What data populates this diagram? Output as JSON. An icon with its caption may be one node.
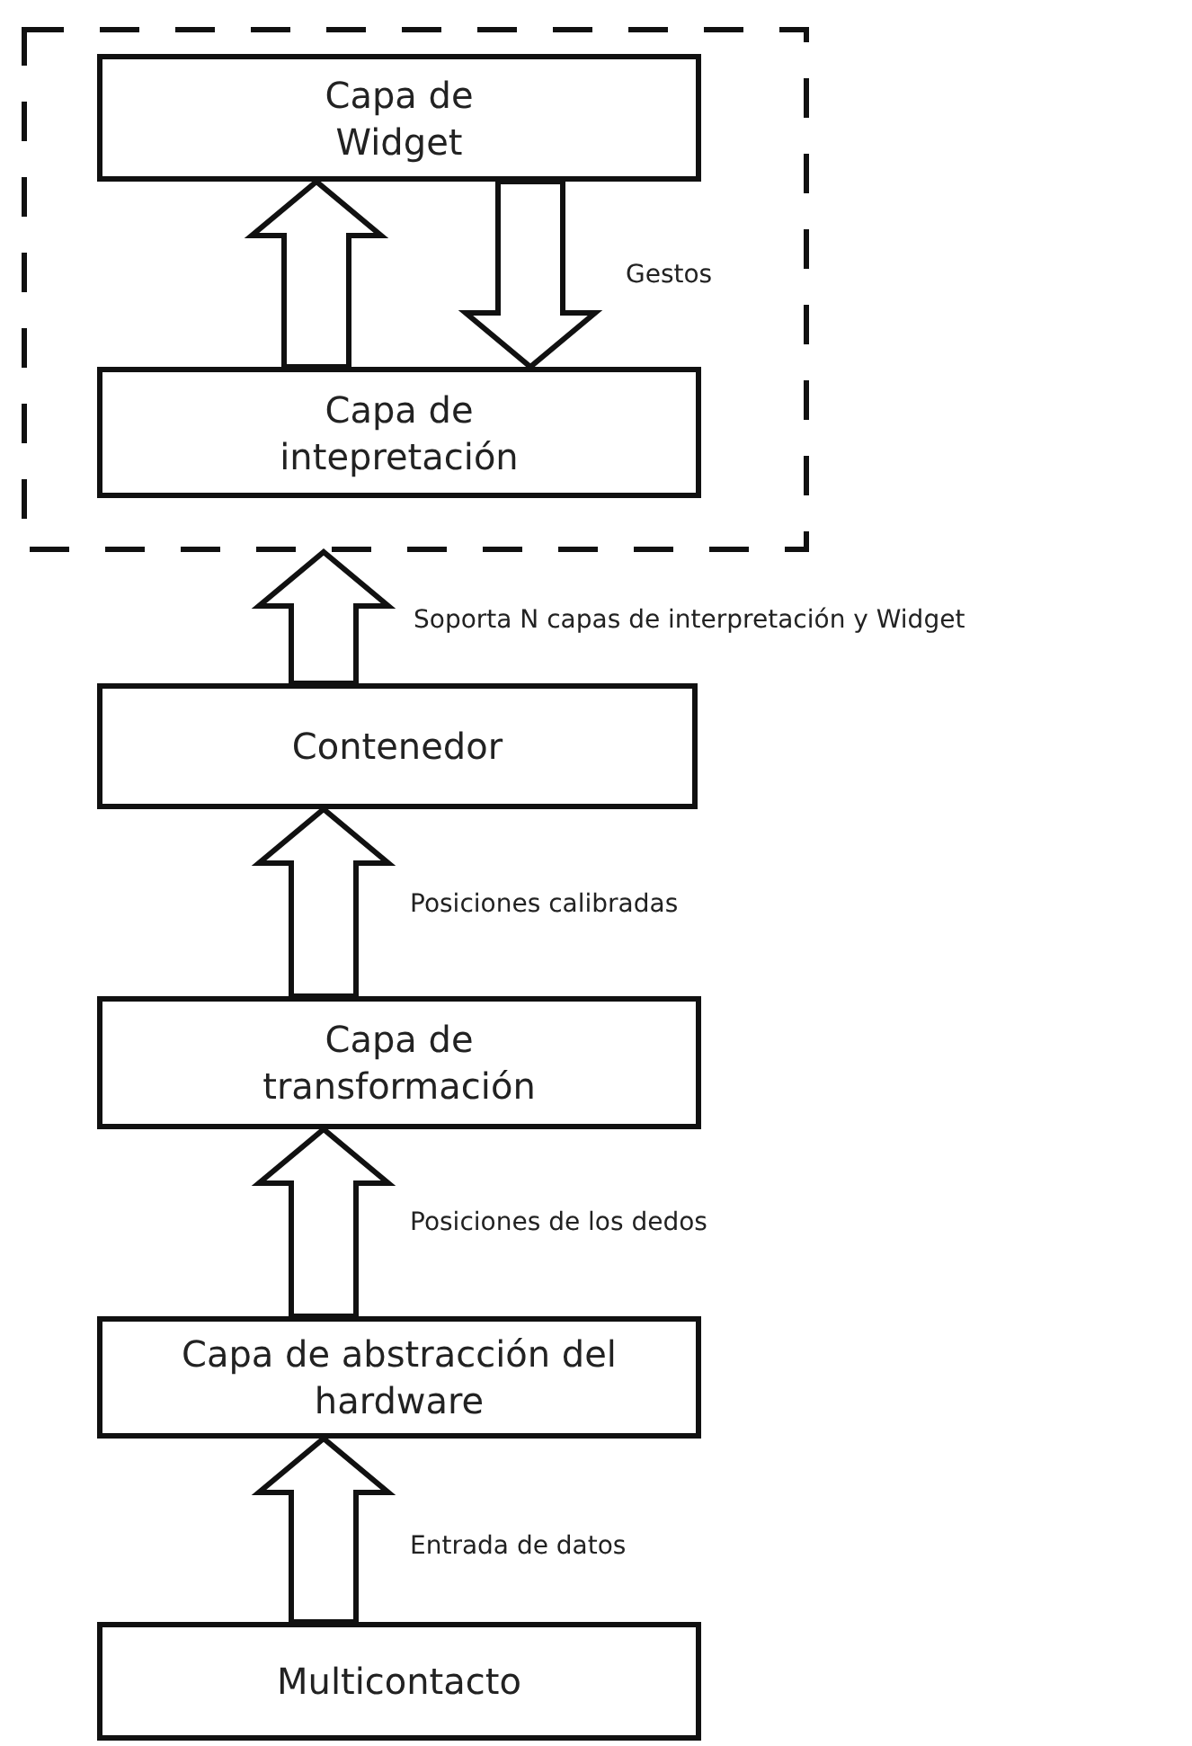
{
  "diagram": {
    "nodes": [
      {
        "text": [],
        "shape": "box"
      },
      {
        "text": [
          "Capa de Widget"
        ],
        "in": 0
      },
      {
        "text": [
          "Capa de intepretación"
        ],
        "in": 0
      },
      {
        "text": [
          "Contenedor"
        ]
      },
      {
        "text": [
          "Capa de transformación"
        ]
      },
      {
        "text": [
          "Capa de abstracción del hardware"
        ]
      },
      {
        "text": [
          "Multicontacto"
        ]
      }
    ],
    "edges": [
      {
        "from": 2,
        "to": 1,
        "arrow": "to"
      },
      {
        "from": 1,
        "to": 2,
        "arrow": "to",
        "label": "Gestos"
      },
      {
        "from": 3,
        "to": 0,
        "arrow": "to",
        "label": "Soporta N capas de interpretación y Widget"
      },
      {
        "from": 4,
        "to": 3,
        "arrow": "to",
        "label": "Posiciones calibradas"
      },
      {
        "from": 5,
        "to": 4,
        "arrow": "to",
        "label": "Posiciones de los dedos"
      },
      {
        "from": 6,
        "to": 5,
        "arrow": "to",
        "label": "Entrada de datos"
      }
    ]
  }
}
